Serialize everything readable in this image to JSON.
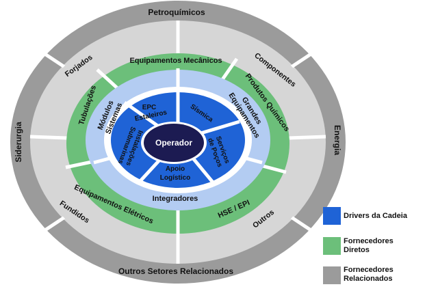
{
  "colors": {
    "outer_ring": "#9b9b9b",
    "outer_fill": "#d6d6d6",
    "green_ring": "#6cbf7a",
    "light_blue": "#b3ccf2",
    "dark_blue": "#1f63d6",
    "center": "#1c1b52",
    "separator": "#ffffff",
    "text": "#111111",
    "center_text": "#ffffff"
  },
  "outer_ring": {
    "top": "Petroquímicos",
    "right": "Energia",
    "bottom": "Outros Setores Relacionados",
    "left": "Siderurgia"
  },
  "related_band": {
    "top_left": "Forjados",
    "top_right": "Componentes",
    "bottom_left": "Fundidos",
    "bottom_right": "Outros"
  },
  "green_ring": {
    "top": "Equipamentos Mecânicos",
    "top_right": "Produtos Químicos",
    "left": "Tubulações",
    "bottom_left": "Equipamentos Elétricos",
    "bottom_right": "HSE / EPI"
  },
  "light_blue_ring": {
    "left_line1": "Módulos",
    "left_line2": "Sistemas",
    "right_line1": "Grandes",
    "right_line2": "Equipamentos",
    "bottom": "Integradores"
  },
  "drivers": {
    "top_line1": "EPC",
    "top_line2": "Estaleiros",
    "right": "Sísmica",
    "right_bottom_line1": "Serviços",
    "right_bottom_line2": "de Poços",
    "bottom_line1": "Apoio",
    "bottom_line2": "Logístico",
    "left_line1": "Instalações",
    "left_line2": "Submarinas"
  },
  "center": {
    "label": "Operador"
  },
  "legend": [
    {
      "label": "Drivers da Cadeia",
      "color": "#1f63d6"
    },
    {
      "label": "Fornecedores\nDiretos",
      "color": "#6cbf7a"
    },
    {
      "label": "Fornecedores\nRelacionados",
      "color": "#9b9b9b"
    }
  ]
}
